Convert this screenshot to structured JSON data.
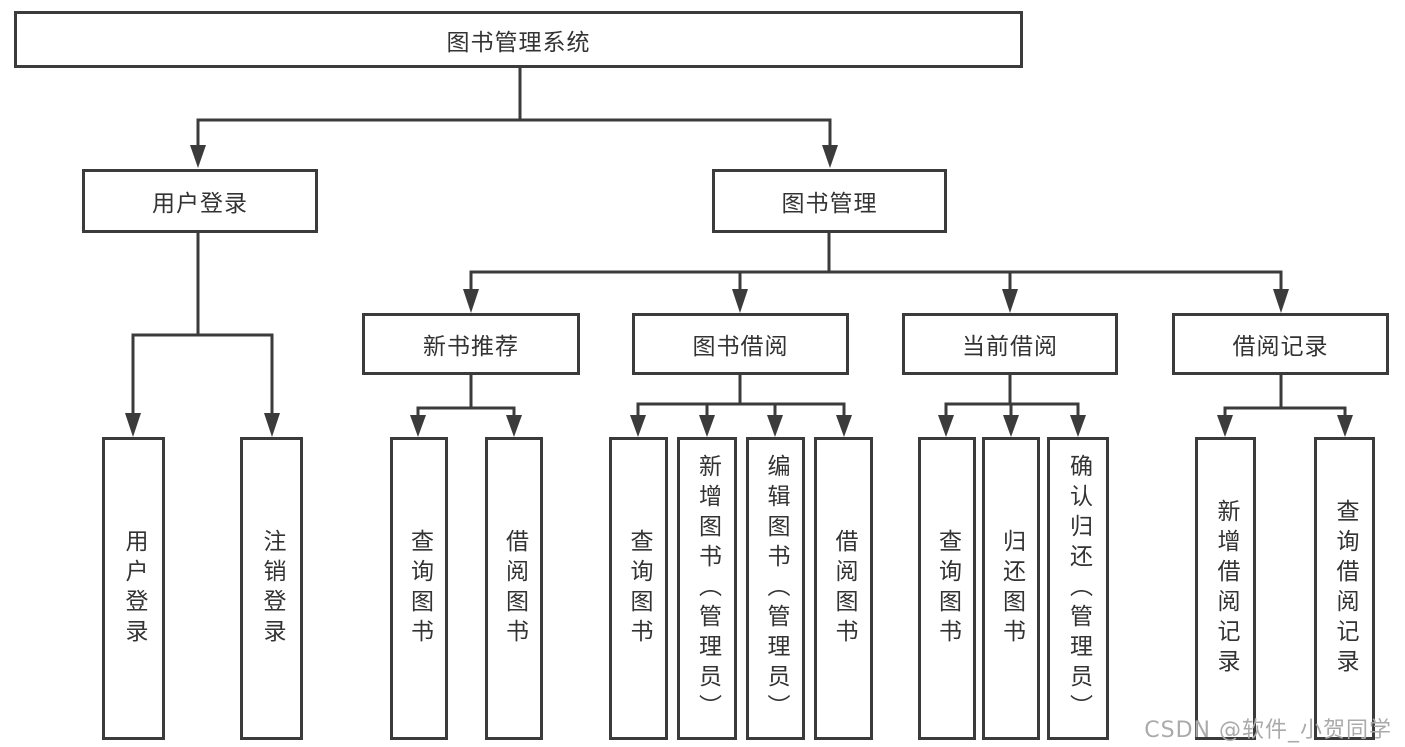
{
  "diagram": {
    "title": "图书管理系统",
    "root": {
      "label": "图书管理系统"
    },
    "level2": [
      {
        "id": "user-login",
        "label": "用户登录"
      },
      {
        "id": "book-management",
        "label": "图书管理"
      }
    ],
    "level3": [
      {
        "id": "new-book-recommend",
        "parent": "图书管理",
        "label": "新书推荐"
      },
      {
        "id": "book-borrow",
        "parent": "图书管理",
        "label": "图书借阅"
      },
      {
        "id": "current-borrow",
        "parent": "图书管理",
        "label": "当前借阅"
      },
      {
        "id": "borrow-records",
        "parent": "图书管理",
        "label": "借阅记录"
      }
    ],
    "leaves": [
      {
        "parent": "用户登录",
        "label": "用户登录"
      },
      {
        "parent": "用户登录",
        "label": "注销登录"
      },
      {
        "parent": "新书推荐",
        "label": "查询图书"
      },
      {
        "parent": "新书推荐",
        "label": "借阅图书"
      },
      {
        "parent": "图书借阅",
        "label": "查询图书"
      },
      {
        "parent": "图书借阅",
        "label": "新增图书（管理员）"
      },
      {
        "parent": "图书借阅",
        "label": "编辑图书（管理员）"
      },
      {
        "parent": "图书借阅",
        "label": "借阅图书"
      },
      {
        "parent": "当前借阅",
        "label": "查询图书"
      },
      {
        "parent": "当前借阅",
        "label": "归还图书"
      },
      {
        "parent": "当前借阅",
        "label": "确认归还（管理员）"
      },
      {
        "parent": "借阅记录",
        "label": "新增借阅记录"
      },
      {
        "parent": "借阅记录",
        "label": "查询借阅记录"
      }
    ],
    "colors": {
      "line": "#3b3b3b",
      "text": "#333333",
      "background": "#ffffff",
      "watermark_text": "#aaaaaa"
    },
    "watermark": "CSDN @软件_小贺同学"
  }
}
